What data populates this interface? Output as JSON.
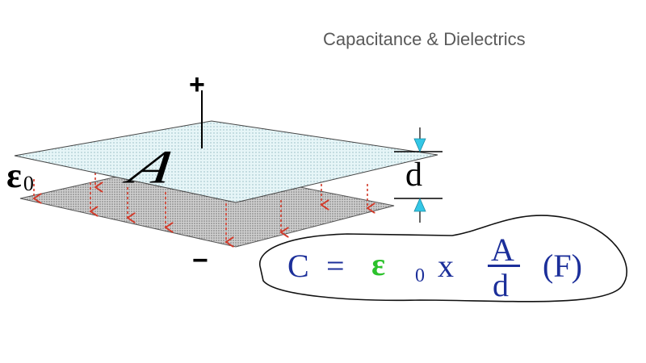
{
  "title": "Capacitance & Dielectrics",
  "plate_area_label": "A",
  "plus_label": "+",
  "minus_label": "−",
  "permittivity_symbol": "ε",
  "permittivity_subscript": "0",
  "separation_label": "d",
  "formula": {
    "lhs": "C",
    "equals": "=",
    "eps": "ε",
    "eps_sub": "0",
    "times": "x",
    "numerator": "A",
    "denominator": "d",
    "unit": "(F)"
  },
  "colors": {
    "top_plate": "#dff1f4",
    "bottom_plate": "#bdbdbd",
    "field_arrows": "#d23a2a",
    "dimension_arrows": "#33c7e6",
    "formula_text": "#1c2f9a",
    "eps_highlight": "#2bc22b"
  }
}
